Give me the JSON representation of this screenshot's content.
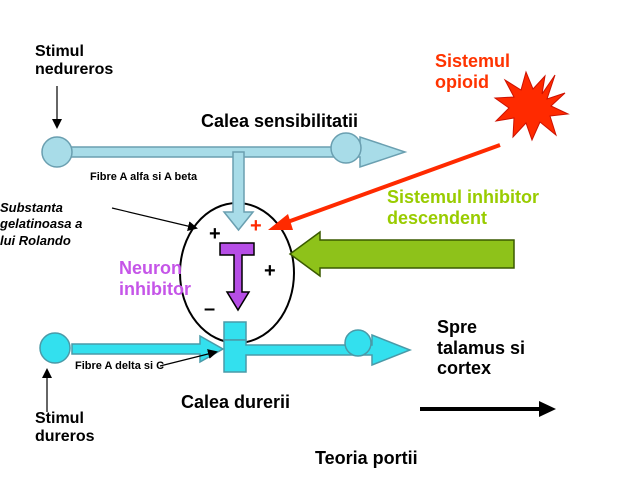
{
  "labels": {
    "stimul_nedureros": [
      "Stimul",
      "nedureros"
    ],
    "sistemul_opioid": [
      "Sistemul",
      "opioid"
    ],
    "calea_sensibilitatii": "Calea sensibilitatii",
    "fibre_a_alfa_beta": "Fibre A alfa si A beta",
    "substanta_gelatinoasa": [
      "Substanta",
      "gelatinoasa a",
      "lui Rolando"
    ],
    "sistemul_inhibitor": [
      "Sistemul inhibitor",
      "descendent"
    ],
    "neuron_inhibitor": [
      "Neuron",
      "inhibitor"
    ],
    "spre_talamus": [
      "Spre",
      "talamus si",
      "cortex"
    ],
    "fibre_a_delta_c": "Fibre A delta si C",
    "calea_durerii": "Calea durerii",
    "stimul_dureros": [
      "Stimul",
      "dureros"
    ],
    "teoria_portii": "Teoria portii"
  },
  "signs": {
    "plus_fibers": "+",
    "plus_opioid": "+",
    "plus_descending": "+",
    "minus_inhibitor": "–"
  },
  "colors": {
    "fiber_fill": "#a8dce8",
    "fiber_stroke": "#6a9fb0",
    "pain_fill": "#33e0ee",
    "pain_stroke": "#4a9aa8",
    "opioid_red": "#ff2a00",
    "opioid_text": "#ff3300",
    "descending_green": "#8ec21a",
    "descending_text": "#99cc00",
    "neuron_purple": "#b64ee6",
    "neuron_text": "#c555e8",
    "black": "#000000"
  },
  "icons": {
    "opioid_burst": "starburst-icon",
    "direction_arrow": "long-right-arrow-icon"
  }
}
